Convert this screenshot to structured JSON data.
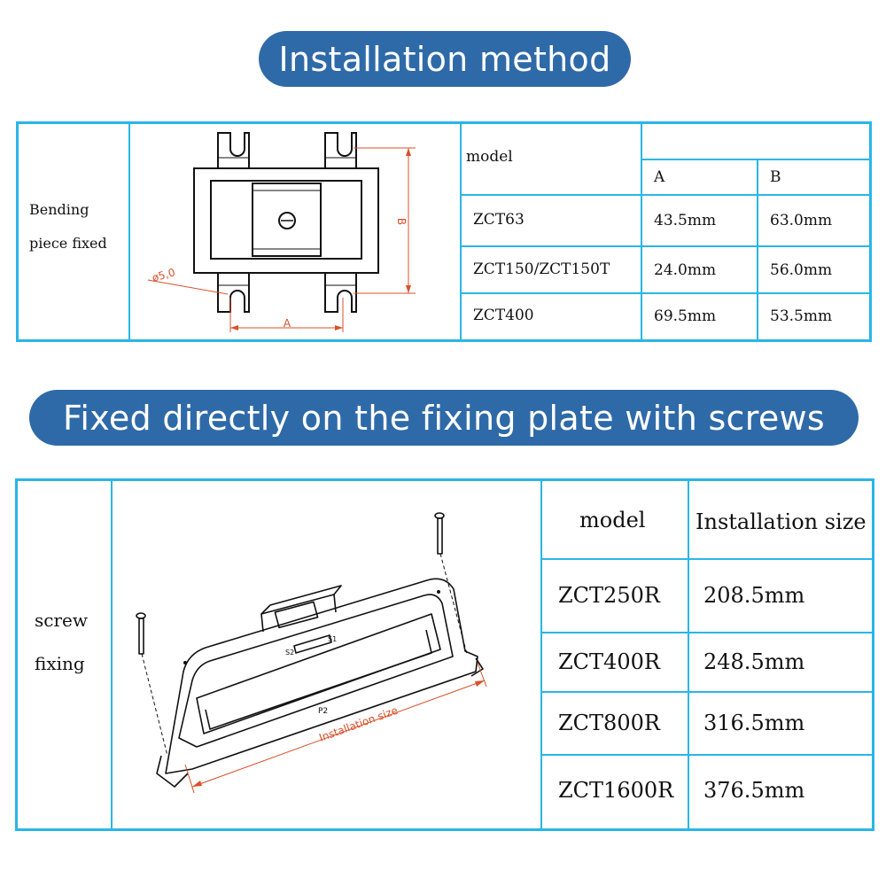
{
  "section1": {
    "title": "Installation method",
    "side_label_line1": "Bending",
    "side_label_line2": "piece fixed",
    "diagram": {
      "hole_label": "ø5,0",
      "dim_a": "A",
      "dim_b": "B"
    },
    "table": {
      "model_header": "model",
      "col_a": "A",
      "col_b": "B",
      "rows": [
        {
          "model": "ZCT63",
          "a": "43.5mm",
          "b": "63.0mm"
        },
        {
          "model": "ZCT150/ZCT150T",
          "a": "24.0mm",
          "b": "56.0mm"
        },
        {
          "model": "ZCT400",
          "a": "69.5mm",
          "b": "53.5mm"
        }
      ]
    }
  },
  "section2": {
    "title": "Fixed directly on the fixing plate with screws",
    "side_label_line1": "screw",
    "side_label_line2": "fixing",
    "diagram": {
      "dim_label": "Installation size",
      "marking_s2": "S2",
      "marking_s1": "S1",
      "marking_p2": "P2"
    },
    "table": {
      "model_header": "model",
      "size_header": "Installation size",
      "rows": [
        {
          "model": "ZCT250R",
          "size": "208.5mm"
        },
        {
          "model": "ZCT400R",
          "size": "248.5mm"
        },
        {
          "model": "ZCT800R",
          "size": "316.5mm"
        },
        {
          "model": "ZCT1600R",
          "size": "376.5mm"
        }
      ]
    }
  },
  "colors": {
    "pill_blue": "#2f6aa8",
    "table_border": "#29b6e6",
    "dimension_red": "#d9502b"
  }
}
